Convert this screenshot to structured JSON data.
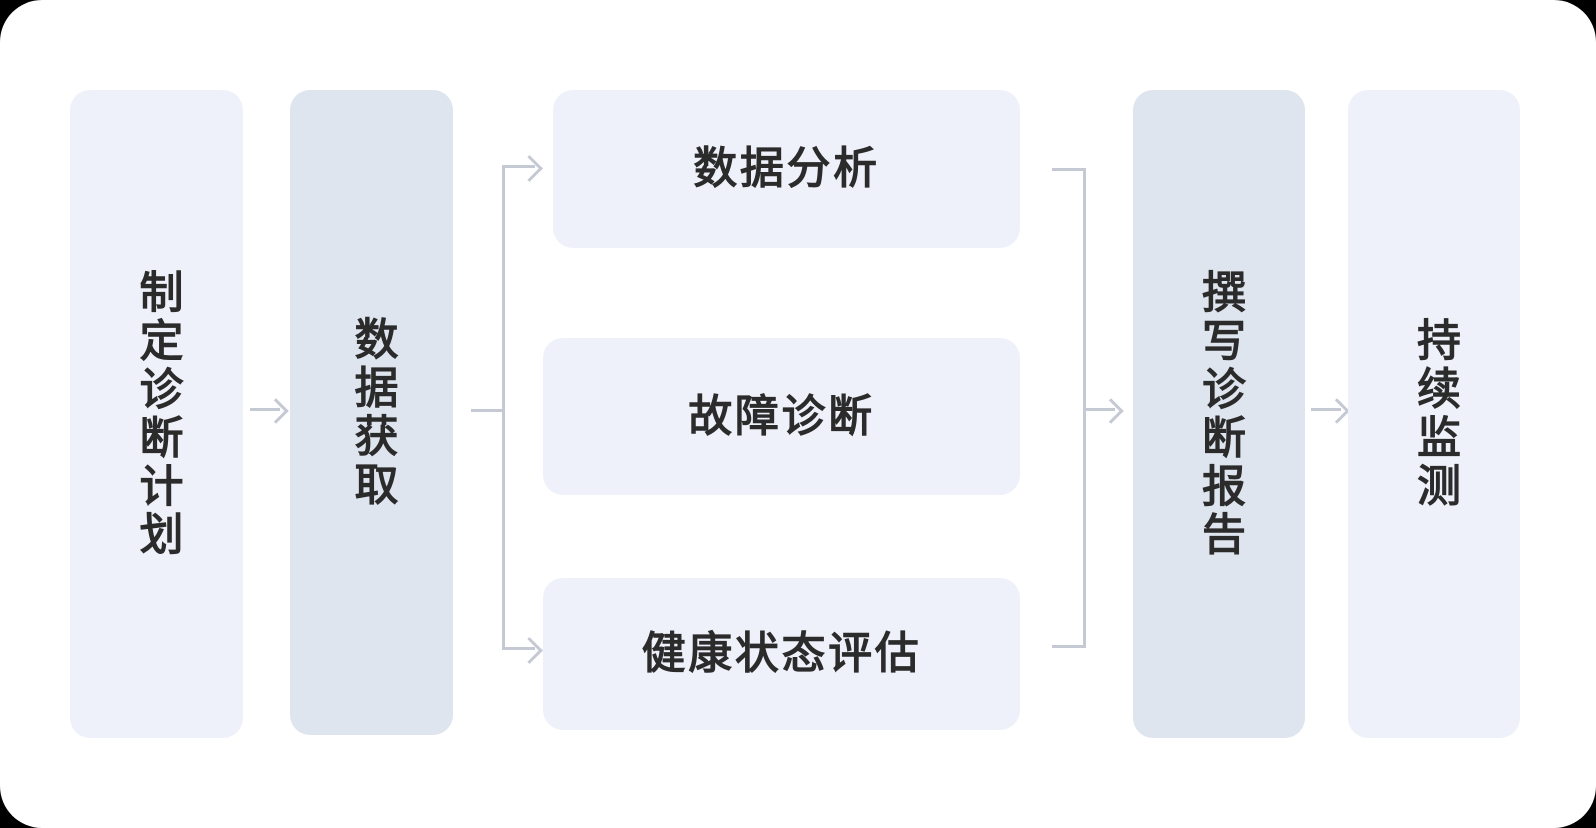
{
  "diagram": {
    "type": "flowchart",
    "orientation": "left-to-right",
    "background_color": "#ffffff",
    "canvas_corner_radius": "42px",
    "palette": {
      "node_light": "#eef1f9",
      "node_medium": "#dee5ee",
      "text": "#2b2b2b",
      "connector": "#c5c9d4"
    },
    "nodes": [
      {
        "id": "plan",
        "label": "制定诊断计划",
        "shape": "rounded-rect-vertical",
        "fill": "#eef1f9",
        "text_orientation": "vertical",
        "column": 1
      },
      {
        "id": "acquire",
        "label": "数据获取",
        "shape": "rounded-rect-vertical",
        "fill": "#dee5ee",
        "text_orientation": "vertical",
        "column": 2
      },
      {
        "id": "analysis",
        "label": "数据分析",
        "shape": "rounded-rect-horizontal",
        "fill": "#eef1f9",
        "text_orientation": "horizontal",
        "column": 3,
        "branch": "top"
      },
      {
        "id": "fault",
        "label": "故障诊断",
        "shape": "rounded-rect-horizontal",
        "fill": "#eef1f9",
        "text_orientation": "horizontal",
        "column": 3,
        "branch": "middle"
      },
      {
        "id": "health",
        "label": "健康状态评估",
        "shape": "rounded-rect-horizontal",
        "fill": "#eef1f9",
        "text_orientation": "horizontal",
        "column": 3,
        "branch": "bottom"
      },
      {
        "id": "report",
        "label": "撰写诊断报告",
        "shape": "rounded-rect-vertical",
        "fill": "#dee5ee",
        "text_orientation": "vertical",
        "column": 4
      },
      {
        "id": "monitor",
        "label": "持续监测",
        "shape": "rounded-rect-vertical",
        "fill": "#eef1f9",
        "text_orientation": "vertical",
        "column": 5
      }
    ],
    "edges": [
      {
        "id": "e1",
        "from": "plan",
        "to": "acquire",
        "style": "straight-arrow"
      },
      {
        "id": "e2",
        "from": "acquire",
        "to": "analysis",
        "style": "branch-fan-out"
      },
      {
        "id": "e3",
        "from": "acquire",
        "to": "fault",
        "style": "branch-fan-out"
      },
      {
        "id": "e4",
        "from": "acquire",
        "to": "health",
        "style": "branch-fan-out"
      },
      {
        "id": "e5",
        "from": "analysis",
        "to": "report",
        "style": "branch-fan-in"
      },
      {
        "id": "e6",
        "from": "fault",
        "to": "report",
        "style": "branch-fan-in"
      },
      {
        "id": "e7",
        "from": "health",
        "to": "report",
        "style": "branch-fan-in"
      },
      {
        "id": "e8",
        "from": "report",
        "to": "monitor",
        "style": "straight-arrow"
      }
    ]
  }
}
